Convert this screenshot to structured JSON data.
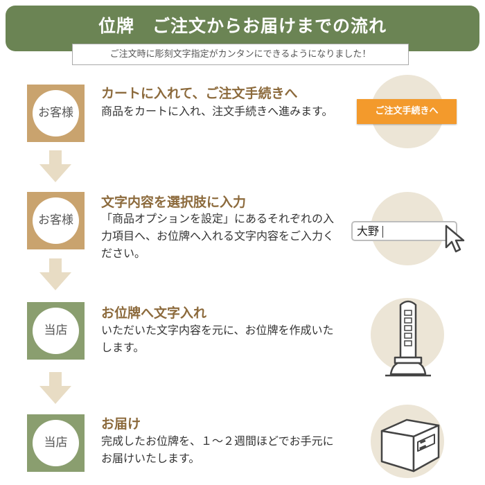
{
  "header": {
    "title": "位牌　ご注文からお届けまでの流れ",
    "subtitle": "ご注文時に彫刻文字指定がカンタンにできるようになりました！"
  },
  "colors": {
    "header_green": "#6b8454",
    "customer_tan": "#c9a36e",
    "shop_green": "#8a9e6f",
    "title_brown": "#8c6a3c",
    "illustration_beige": "#ece5d6",
    "cart_orange": "#f39a2c"
  },
  "steps": [
    {
      "actor": "お客様",
      "title": "カートに入れて、ご注文手続きへ",
      "description": "商品をカートに入れ、注文手続きへ進みます。",
      "illustration": "order-button",
      "button_label": "ご注文手続きへ"
    },
    {
      "actor": "お客様",
      "title": "文字内容を選択肢に入力",
      "description": "「商品オプションを設定」にあるそれぞれの入力項目へ、お位牌へ入れる文字内容をご入力ください。",
      "illustration": "text-input",
      "input_value": "大野"
    },
    {
      "actor": "当店",
      "title": "お位牌へ文字入れ",
      "description": "いただいた文字内容を元に、お位牌を作成いたします。",
      "illustration": "ihai-icon"
    },
    {
      "actor": "当店",
      "title": "お届け",
      "description": "完成したお位牌を、１〜２週間ほどでお手元にお届けいたします。",
      "illustration": "box-icon"
    }
  ]
}
